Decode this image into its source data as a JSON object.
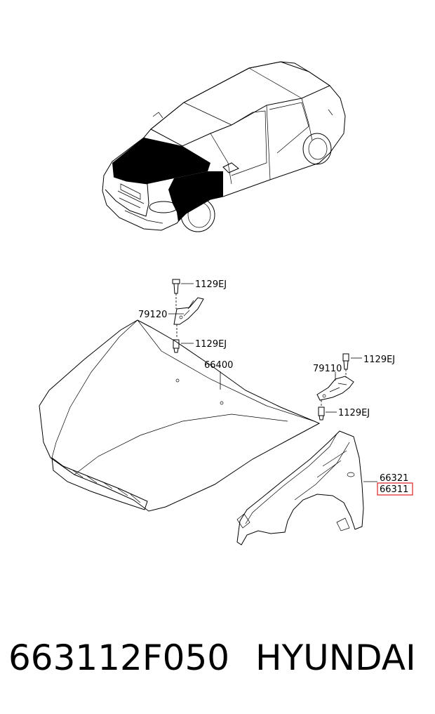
{
  "diagram": {
    "callouts": {
      "bolt_top_left": "1129EJ",
      "hinge_left": "79120",
      "bolt_mid_left": "1129EJ",
      "hood": "66400",
      "bolt_top_right": "1129EJ",
      "hinge_right": "79110",
      "bolt_mid_right": "1129EJ",
      "fender_rh": "66321",
      "fender_lh_highlighted": "66311"
    },
    "highlight_color": "#e02020"
  },
  "footer": {
    "part_number": "663112F050",
    "brand": "HYUNDAI"
  }
}
